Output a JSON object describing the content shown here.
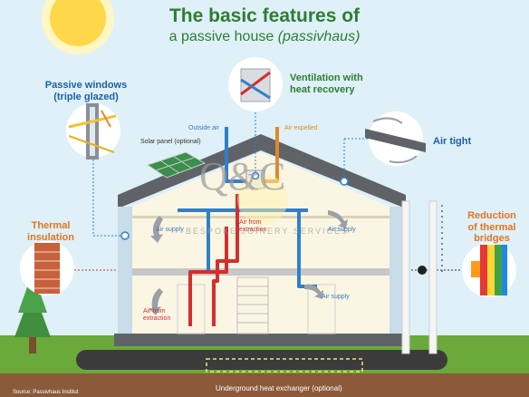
{
  "title": {
    "line1": "The basic features of",
    "line2_main": "a passive house ",
    "line2_italic": "(passivhaus)"
  },
  "labels": {
    "passive_windows_1": "Passive windows",
    "passive_windows_2": "(triple glazed)",
    "ventilation_1": "Ventilation with",
    "ventilation_2": "heat recovery",
    "outside_air": "Outside air",
    "air_expelled": "Air expelled",
    "solar_panel": "Solar panel (optional)",
    "air_tight": "Air tight",
    "thermal_insulation_1": "Thermal",
    "thermal_insulation_2": "insulation",
    "reduction_1": "Reduction",
    "reduction_2": "of thermal",
    "reduction_3": "bridges",
    "air_supply_left": "Air supply",
    "air_from_extraction_top_1": "Air from",
    "air_from_extraction_top_2": "extraction",
    "air_supply_right": "Air supply",
    "air_from_extraction_bottom_1": "Air from",
    "air_from_extraction_bottom_2": "extraction",
    "air_supply_bottom": "Air supply",
    "underground": "Underground heat exchanger (optional)",
    "source": "Source: Passivhaus Institut"
  },
  "watermark": {
    "mark": "Q&C",
    "text": "BESPOKE JOINERY SERVICES"
  },
  "colors": {
    "title_green": "#2e7d32",
    "label_blue": "#1f5fa8",
    "label_orange": "#e0761f",
    "duct_blue": "#2f80c8",
    "duct_red": "#d32f2f",
    "roof_gray": "#5f6368",
    "sky": "#dff0f8",
    "grass": "#6aa93a"
  }
}
